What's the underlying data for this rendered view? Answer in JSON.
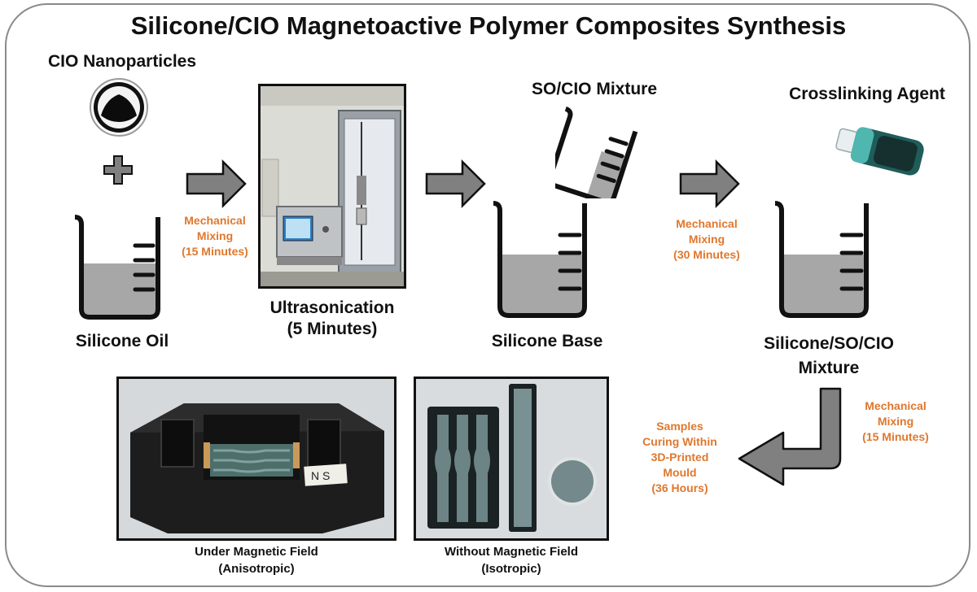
{
  "title": "Silicone/CIO Magnetoactive Polymer Composites Synthesis",
  "ingredients": {
    "nanoparticles": "CIO Nanoparticles",
    "plus": "+",
    "silicone_oil": "Silicone Oil"
  },
  "steps": {
    "mix1": [
      "Mechanical",
      "Mixing",
      "(15 Minutes)"
    ],
    "ultrasonication": [
      "Ultrasonication",
      "(5 Minutes)"
    ],
    "so_cio_mixture": "SO/CIO Mixture",
    "silicone_base": "Silicone Base",
    "mix2": [
      "Mechanical",
      "Mixing",
      "(30 Minutes)"
    ],
    "crosslinking_agent": "Crosslinking Agent",
    "final_mixture": [
      "Silicone/SO/CIO",
      "Mixture"
    ],
    "mix3": [
      "Mechanical",
      "Mixing",
      "(15 Minutes)"
    ],
    "curing": [
      "Samples",
      "Curing Within",
      "3D-Printed",
      "Mould",
      "(36 Hours)"
    ]
  },
  "samples": {
    "anisotropic": [
      "Under Magnetic Field",
      "(Anisotropic)"
    ],
    "isotropic": [
      "Without Magnetic Field",
      "(Isotropic)"
    ],
    "mould_label": "N S"
  },
  "colors": {
    "accent_text": "#e0772d",
    "arrow_fill": "#808080",
    "liquid": "#a7a7a7",
    "crosslinker": "#1f5d5a"
  }
}
